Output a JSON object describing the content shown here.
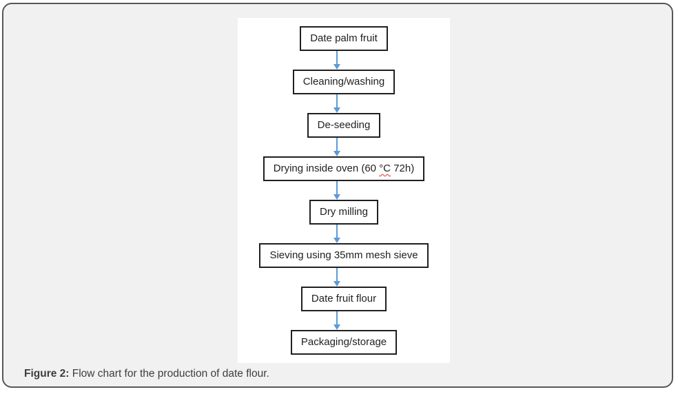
{
  "figure": {
    "caption_label": "Figure 2:",
    "caption_text": " Flow chart for the production of date flour."
  },
  "flowchart": {
    "steps": [
      {
        "label": "Date palm fruit"
      },
      {
        "label": "Cleaning/washing"
      },
      {
        "label": "De-seeding"
      },
      {
        "label": "Drying inside oven (60 °C 72h)",
        "parts": {
          "before": "Drying inside oven (60 ",
          "squiggle": "°C",
          "after": " 72h)"
        }
      },
      {
        "label": "Dry milling"
      },
      {
        "label": "Sieving using 35mm mesh sieve"
      },
      {
        "label": "Date fruit flour"
      },
      {
        "label": "Packaging/storage"
      }
    ]
  },
  "colors": {
    "arrow_blue": "#5b9bd5",
    "frame_border_gray": "#54565a",
    "frame_background_gray": "#f1f1f2",
    "box_border_black": "#1f1f1f",
    "spellcheck_red": "#e03030"
  }
}
